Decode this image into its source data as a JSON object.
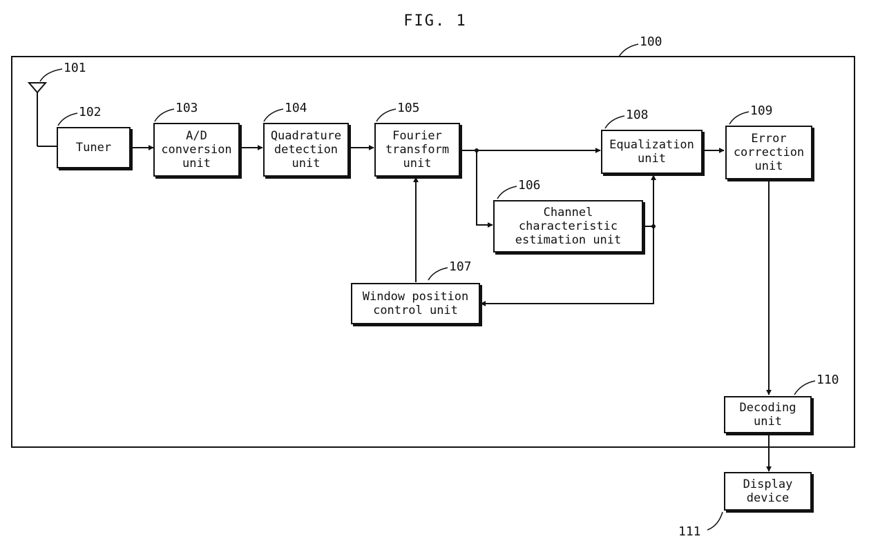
{
  "figure": {
    "title": "FIG. 1"
  },
  "refs": {
    "r100": "100",
    "r101": "101",
    "r102": "102",
    "r103": "103",
    "r104": "104",
    "r105": "105",
    "r106": "106",
    "r107": "107",
    "r108": "108",
    "r109": "109",
    "r110": "110",
    "r111": "111"
  },
  "blocks": {
    "tuner": "Tuner",
    "ad": "A/D\nconversion\nunit",
    "quadrature": "Quadrature\ndetection\nunit",
    "fourier": "Fourier\ntransform\nunit",
    "channel": "Channel\ncharacteristic\nestimation unit",
    "window": "Window position\ncontrol unit",
    "equalization": "Equalization\nunit",
    "error": "Error\ncorrection\nunit",
    "decoding": "Decoding\nunit",
    "display": "Display\ndevice"
  }
}
